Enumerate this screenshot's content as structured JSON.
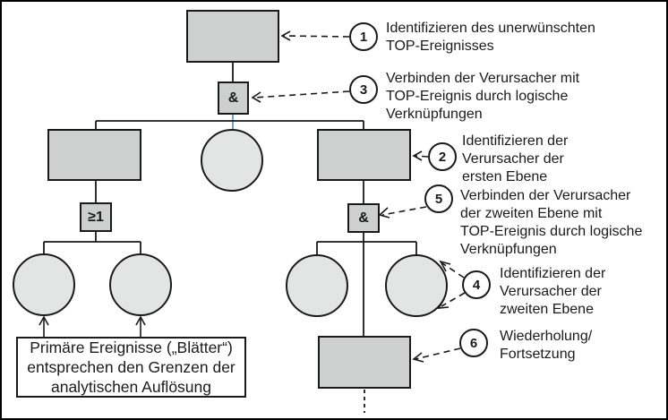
{
  "figure": {
    "kind": "fault-tree-analysis-diagram",
    "language": "de"
  },
  "palette": {
    "rect_fill": "#cdd0ce",
    "event_circle_fill": "#e2e5e3",
    "stroke": "#1a1a1a",
    "highlight_connector": "#7aa0c4",
    "background": "#ffffff"
  },
  "gates": {
    "top_and": "&",
    "left_or": "≥1",
    "right_and": "&"
  },
  "leaf_note": {
    "text": "Primäre Ereignisse („Blätter“)\nentsprechen den Grenzen der\nanalytischen Auflösung"
  },
  "annotations": {
    "a1": {
      "number": "1",
      "text": "Identifizieren des unerwünschten\nTOP-Ereignisses"
    },
    "a2": {
      "number": "2",
      "text": "Identifizieren der\nVerursacher der\nersten Ebene"
    },
    "a3": {
      "number": "3",
      "text": "Verbinden der Verursacher mit\nTOP-Ereignis durch logische\nVerknüpfungen"
    },
    "a4": {
      "number": "4",
      "text": "Identifizieren der\nVerursacher der\nzweiten Ebene"
    },
    "a5": {
      "number": "5",
      "text": "Verbinden der Verursacher\nder zweiten Ebene mit\nTOP-Ereignis durch logische\nVerknüpfungen"
    },
    "a6": {
      "number": "6",
      "text": "Wiederholung/\nFortsetzung"
    }
  }
}
